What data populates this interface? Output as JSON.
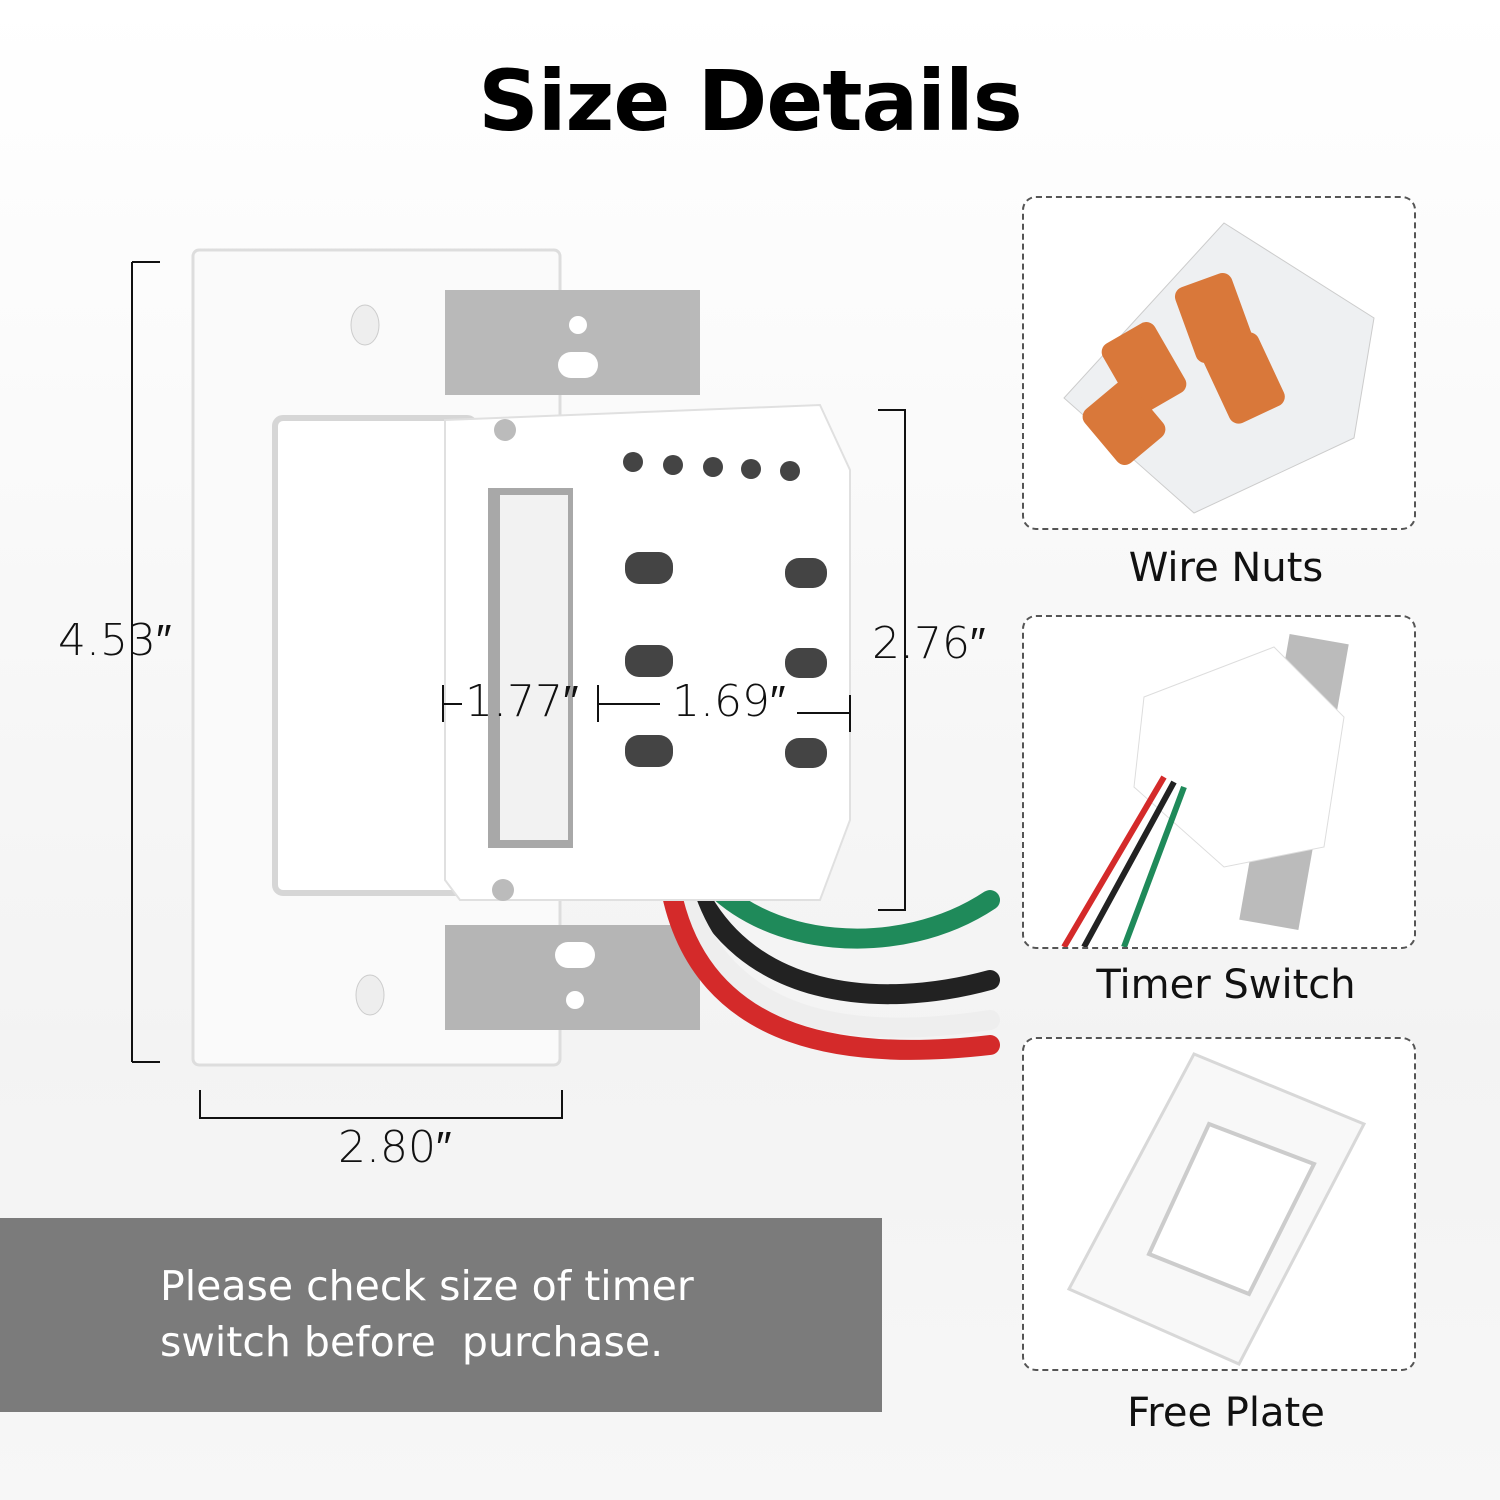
{
  "title": "Size Details",
  "dimensions": {
    "plate_height": "4.53″",
    "plate_width": "2.80″",
    "body_height": "2.76″",
    "body_depth_left": "1.77″",
    "body_depth_right": "1.69″"
  },
  "accessories": [
    {
      "label": "Wire Nuts"
    },
    {
      "label": "Timer Switch"
    },
    {
      "label": "Free Plate"
    }
  ],
  "banner": {
    "line1": "Please check size of timer",
    "line2": "switch before  purchase."
  },
  "colors": {
    "banner": "#7b7b7b",
    "wire_green": "#1f8a5a",
    "wire_red": "#d42a2a",
    "wire_nut": "#d9783a"
  }
}
